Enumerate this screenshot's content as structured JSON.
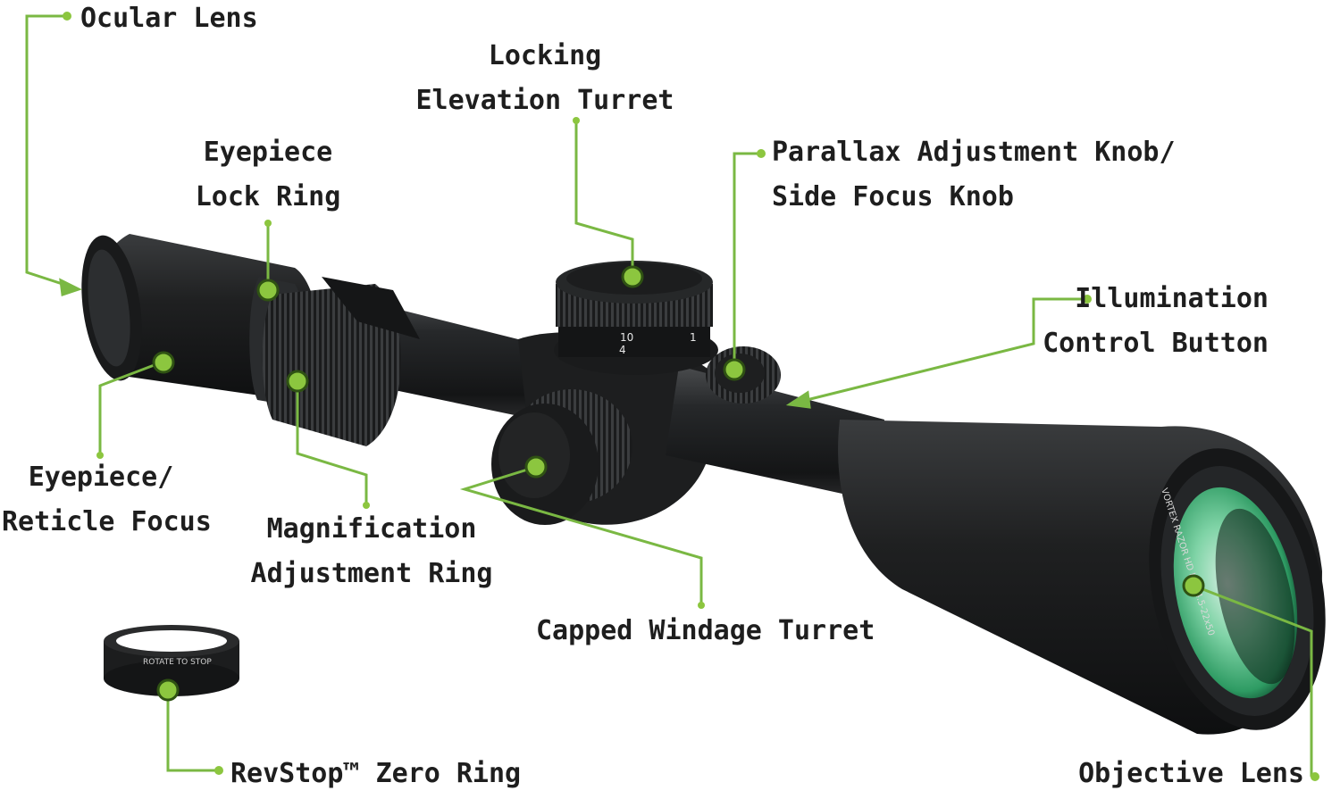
{
  "labels": {
    "ocular_lens": "Ocular Lens",
    "locking_elevation_turret_line1": "Locking",
    "locking_elevation_turret_line2": "Elevation Turret",
    "eyepiece_lock_ring_line1": "Eyepiece",
    "eyepiece_lock_ring_line2": "Lock Ring",
    "parallax_knob_line1": "Parallax Adjustment Knob/",
    "parallax_knob_line2": "Side Focus Knob",
    "illumination_line1": "Illumination",
    "illumination_line2": "Control Button",
    "eyepiece_reticle_focus_line1": "Eyepiece/",
    "eyepiece_reticle_focus_line2": "Reticle Focus",
    "magnification_ring_line1": "Magnification",
    "magnification_ring_line2": "Adjustment Ring",
    "capped_windage_turret": "Capped Windage Turret",
    "revstop_zero_ring": "RevStop™ Zero Ring",
    "objective_lens": "Objective Lens"
  },
  "engraving": {
    "revstop_ring": "ROTATE TO STOP",
    "turret_numbers": [
      "10",
      "4",
      "1"
    ],
    "objective_bell": "VORTEX RAZOR HD LHT 4.5-22x50"
  },
  "colors": {
    "callout_green": "#7ab843",
    "callout_dot": "#8cc63f",
    "scope_body": "#1b1c1d",
    "lens_glass": "#3fae74"
  }
}
